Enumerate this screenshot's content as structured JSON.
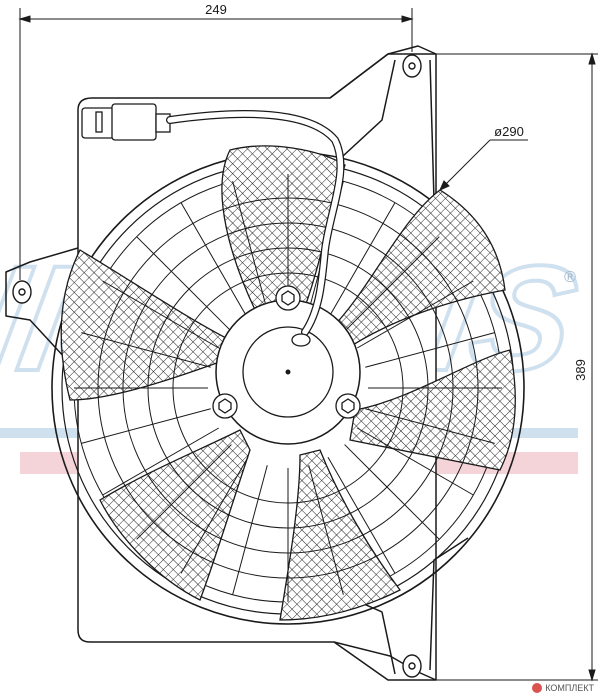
{
  "dimensions": {
    "width_label": "249",
    "height_label": "389",
    "diameter_label": "ø290"
  },
  "watermark": {
    "brand_text": "NISSENS",
    "trademark": "®"
  },
  "footer": {
    "brand": "КОМПЛЕКТ"
  },
  "colors": {
    "line": "#1a1a1a",
    "watermark_blue": "#cfe0ef",
    "watermark_red": "#f3c9cf"
  }
}
